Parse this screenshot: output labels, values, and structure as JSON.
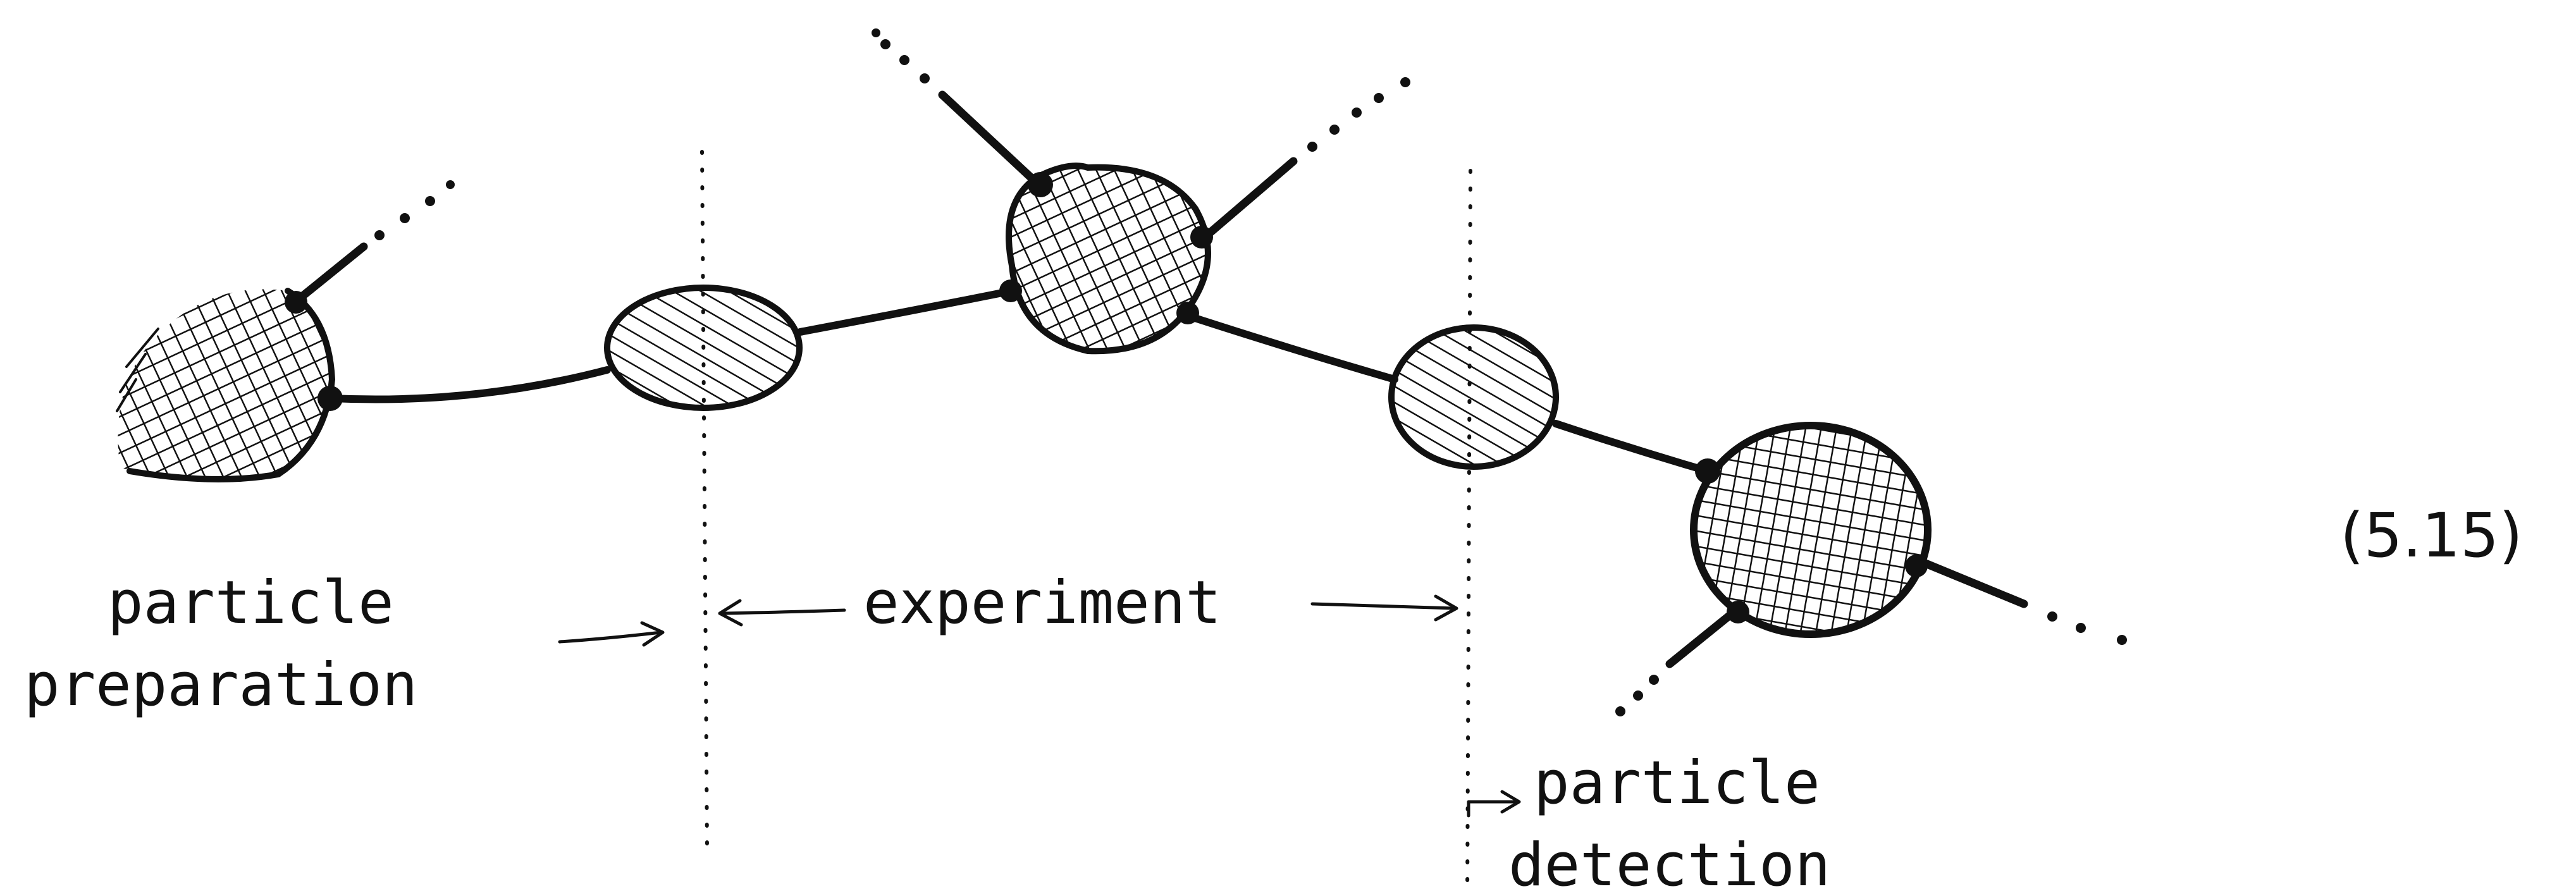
{
  "labels": {
    "particle_preparation": [
      "particle",
      "preparation"
    ],
    "experiment": "experiment",
    "particle_detection": [
      "particle",
      "detection"
    ],
    "equation_number": "(5.15)"
  },
  "colors": {
    "ink": "#111111",
    "background": "#ffffff"
  }
}
